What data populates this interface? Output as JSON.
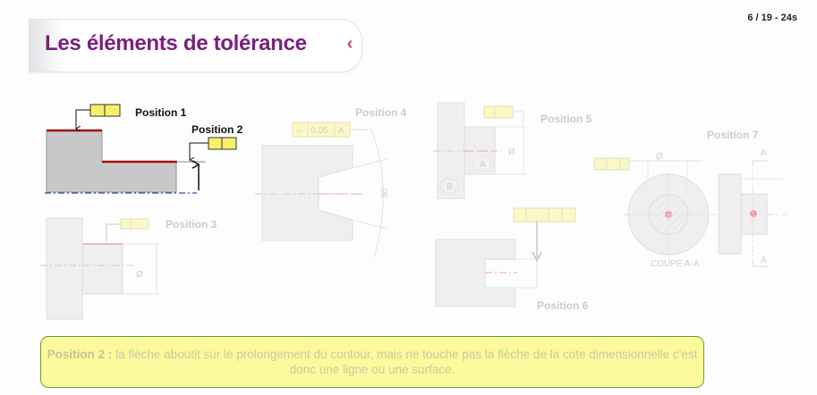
{
  "header": {
    "title": "Les éléments de tolérance",
    "collapse_icon": "‹",
    "counter": "6 / 19 - 24s"
  },
  "diagram": {
    "labels": {
      "p1": "Position 1",
      "p2": "Position 2",
      "p3": "Position 3",
      "p4": "Position 4",
      "p5": "Position 5",
      "p6": "Position 6",
      "p7": "Position 7"
    },
    "p4_frame": {
      "symbol": "⌯",
      "value": "0,05",
      "datum": "A"
    },
    "p4_angle": "30°",
    "diameter_symbol": "Ø",
    "datum_a": "A",
    "datum_b": "B",
    "section_label": "COUPE A-A"
  },
  "note": {
    "lead": "Position 2 :",
    "text": " la flèche aboutit sur le prolongement du contour, mais ne touche pas la flèche de la cote dimensionnelle c'est donc une ligne ou une surface."
  },
  "colors": {
    "title": "#7a1f80",
    "frame_fill": "#f7f06a",
    "note_bg": "#fbfa9c",
    "note_border": "#6b9b3c",
    "surface_red": "#a01010",
    "axis_blue": "#2a4fa8"
  }
}
